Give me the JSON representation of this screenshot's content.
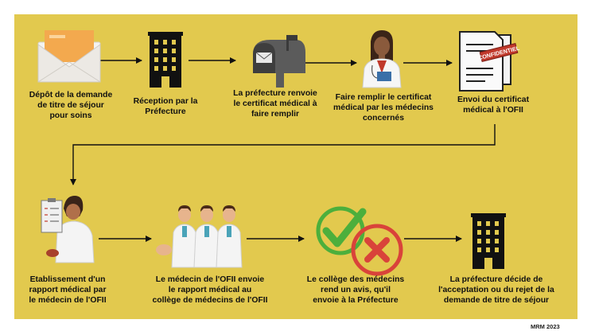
{
  "steps": [
    {
      "label": "Dépôt de la demande\nde titre de séjour\npour soins",
      "icon": "envelope-icon"
    },
    {
      "label": "Réception par la\nPréfecture",
      "icon": "building-icon"
    },
    {
      "label": "La préfecture renvoie\nle certificat médical à\nfaire remplir",
      "icon": "mailbox-icon"
    },
    {
      "label": "Faire remplir le certificat\nmédical par les médecins\nconcernés",
      "icon": "doctor-icon"
    },
    {
      "label": "Envoi du certificat\nmédical à l'OFII",
      "icon": "confidential-document-icon"
    },
    {
      "label": "Etablissement d'un\nrapport médical par\nle médecin de l'OFII",
      "icon": "doctor-clipboard-icon"
    },
    {
      "label": "Le médecin de l'OFII envoie\nle rapport médical au\ncollège de médecins de l'OFII",
      "icon": "doctors-group-icon"
    },
    {
      "label": "Le collège des médecins\nrend un avis, qu'il\nenvoie à la Préfecture",
      "icon": "check-cross-icon"
    },
    {
      "label": "La préfecture décide de\nl'acceptation ou du rejet de la\ndemande de titre de séjour",
      "icon": "building-icon"
    }
  ],
  "stamp_text": "CONFIDENTIEL",
  "credit": "MRM 2023",
  "colors": {
    "background": "#e2c94e",
    "arrow": "#111111",
    "check": "#4caf3c",
    "cross": "#d9433a",
    "stamp": "#c0392b"
  }
}
